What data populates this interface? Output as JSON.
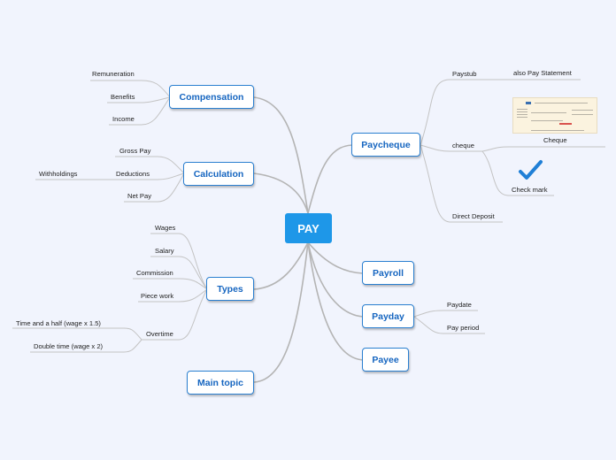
{
  "root": "PAY",
  "left": {
    "compensation": {
      "label": "Compensation",
      "children": [
        "Remuneration",
        "Benefits",
        "Income"
      ]
    },
    "calculation": {
      "label": "Calculation",
      "children": [
        "Gross Pay",
        "Deductions",
        "Net Pay"
      ],
      "sub": [
        "Withholdings"
      ]
    },
    "types": {
      "label": "Types",
      "children": [
        "Wages",
        "Salary",
        "Commission",
        "Piece work",
        "Overtime"
      ],
      "sub": [
        "Time and a half (wage x 1.5)",
        "Double time (wage x 2)"
      ]
    },
    "main_topic": {
      "label": "Main topic"
    }
  },
  "right": {
    "paycheque": {
      "label": "Paycheque",
      "children": [
        "Paystub",
        "cheque",
        "Direct Deposit"
      ],
      "paystub_sub": "also Pay Statement",
      "cheque_sub": [
        "Cheque",
        "Check mark"
      ]
    },
    "payroll": {
      "label": "Payroll"
    },
    "payday": {
      "label": "Payday",
      "children": [
        "Paydate",
        "Pay period"
      ]
    },
    "payee": {
      "label": "Payee"
    }
  },
  "colors": {
    "root": "#1e97e8",
    "node_border": "#2a7fd0",
    "node_text": "#1565c0",
    "connector": "#b8b8b8",
    "checkmark": "#1f7fd6"
  },
  "icons": [
    "cheque-image",
    "check-mark-icon"
  ]
}
